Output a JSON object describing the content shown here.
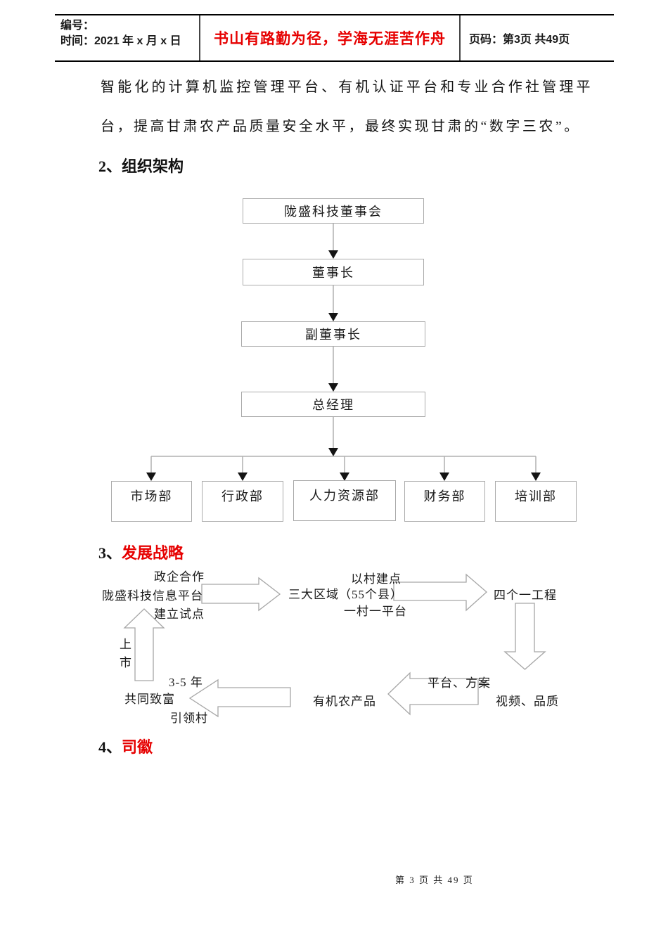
{
  "colors": {
    "accent_red": "#e60000",
    "text": "#1a1a1a",
    "box_border": "#ababab",
    "connector_gray": "#b0b0b0",
    "arrowhead_black": "#141414"
  },
  "header": {
    "number_label": "编号：",
    "time_label": "时间：2021 年 x 月 x 日",
    "slogan": "书山有路勤为径，学海无涯苦作舟",
    "page_label": "页码：第3页 共49页"
  },
  "paragraph": {
    "text": "智能化的计算机监控管理平台、有机认证平台和专业合作社管理平台，提高甘肃农产品质量安全水平，最终实现甘肃的“数字三农”。"
  },
  "sections": {
    "org": {
      "num": "2、",
      "title": "组织架构"
    },
    "strategy": {
      "num": "3、",
      "title": "发展战略"
    },
    "emblem": {
      "num": "4、",
      "title": "司徽"
    }
  },
  "org_chart": {
    "levels": [
      "陇盛科技董事会",
      "董事长",
      "副董事长",
      "总经理"
    ],
    "departments": [
      "市场部",
      "行政部",
      "人力资源部",
      "财务部",
      "培训部"
    ]
  },
  "strategy_flow": {
    "node1_top": "政企合作",
    "node1": "陇盛科技信息平台",
    "node1_bottom": "建立试点",
    "node2_top": "以村建点",
    "node2": "三大区域（55个县）",
    "node2_bottom": "一村一平台",
    "node3": "四个一工程",
    "node4_top": "平台、方案",
    "node4": "视频、品质",
    "node5": "有机农产品",
    "node6_top": "3-5 年",
    "node6": "共同致富",
    "node6_bottom": "引领村",
    "listing_label": "上市"
  },
  "footer": {
    "page_number": "第 3 页 共 49 页"
  }
}
